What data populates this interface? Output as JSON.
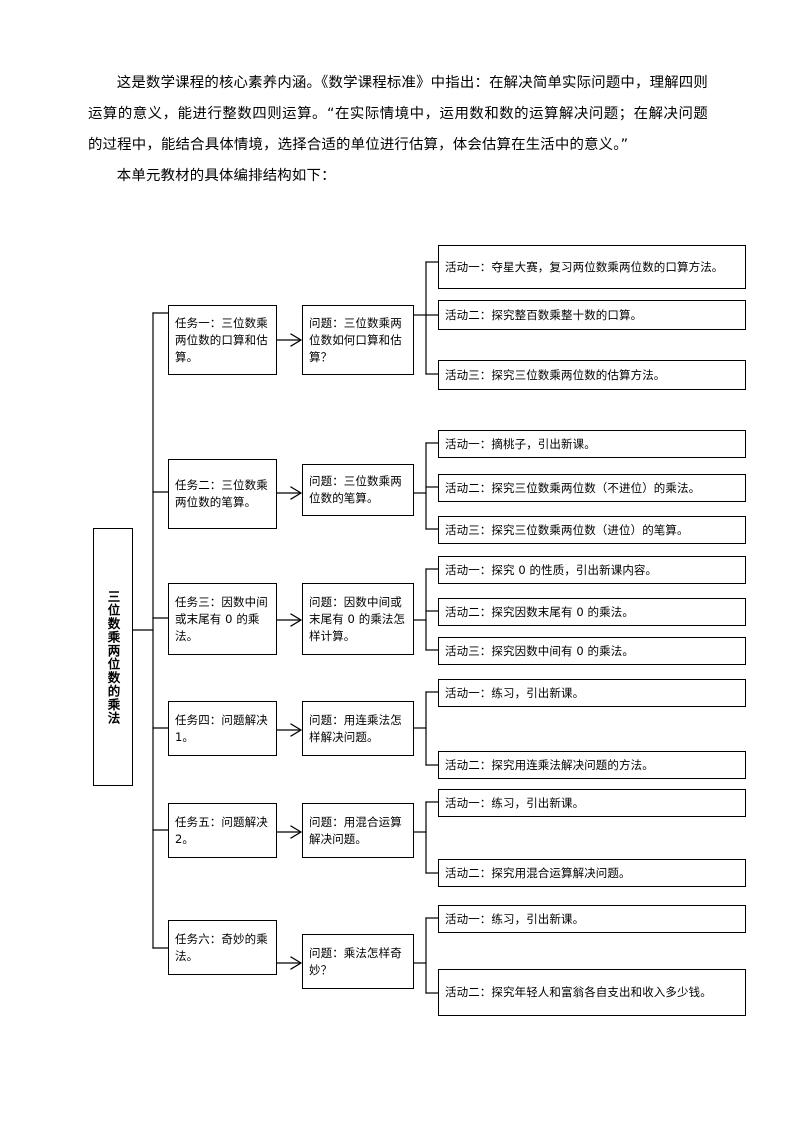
{
  "document": {
    "paragraphs": [
      "这是数学课程的核心素养内涵。《数学课程标准》中指出：在解决简单实际问题中，理解四则运算的意义，能进行整数四则运算。“在实际情境中，运用数和数的运算解决问题；在解决问题的过程中，能结合具体情境，选择合适的单位进行估算，体会估算在生活中的意义。”",
      "本单元教材的具体编排结构如下："
    ]
  },
  "diagram": {
    "root": "三位数乘两位数的乘法",
    "branches": [
      {
        "task": "任务一：三位数乘两位数的口算和估算。",
        "question": "问题：三位数乘两位数如何口算和估算？",
        "activities": [
          "活动一：夺星大赛，复习两位数乘两位数的口算方法。",
          "活动二：探究整百数乘整十数的口算。",
          "活动三：探究三位数乘两位数的估算方法。"
        ]
      },
      {
        "task": "任务二：三位数乘两位数的笔算。",
        "question": "问题：三位数乘两位数的笔算。",
        "activities": [
          "活动一：摘桃子，引出新课。",
          "活动二：探究三位数乘两位数（不进位）的乘法。",
          "活动三：探究三位数乘两位数（进位）的笔算。"
        ]
      },
      {
        "task": "任务三：因数中间或末尾有 0 的乘法。",
        "question": "问题：因数中间或末尾有 0 的乘法怎样计算。",
        "activities": [
          "活动一：探究 0 的性质，引出新课内容。",
          "活动二：探究因数末尾有 0 的乘法。",
          "活动三：探究因数中间有 0 的乘法。"
        ]
      },
      {
        "task": "任务四：问题解决 1。",
        "question": "问题：用连乘法怎样解决问题。",
        "activities": [
          "活动一：练习，引出新课。",
          "活动二：探究用连乘法解决问题的方法。"
        ]
      },
      {
        "task": "任务五：问题解决 2。",
        "question": "问题：用混合运算解决问题。",
        "activities": [
          "活动一：练习，引出新课。",
          "活动二：探究用混合运算解决问题。"
        ]
      },
      {
        "task": "任务六：奇妙的乘法。",
        "question": "问题：乘法怎样奇妙？",
        "activities": [
          "活动一：练习，引出新课。",
          "活动二：探究年轻人和富翁各自支出和收入多少钱。"
        ]
      }
    ]
  }
}
